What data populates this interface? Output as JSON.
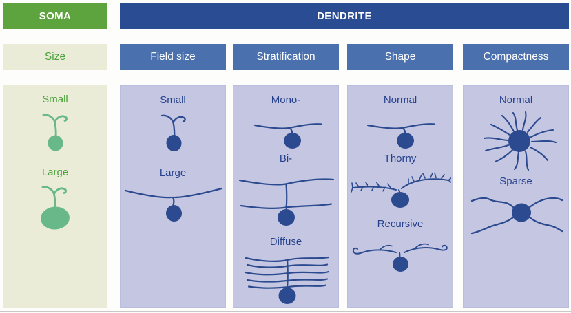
{
  "soma": {
    "header": "SOMA",
    "subheader": "Size",
    "items": [
      {
        "label": "Small"
      },
      {
        "label": "Large"
      }
    ]
  },
  "dendrite": {
    "header": "DENDRITE",
    "columns": [
      {
        "title": "Field size",
        "items": [
          {
            "label": "Small"
          },
          {
            "label": "Large"
          }
        ]
      },
      {
        "title": "Stratification",
        "items": [
          {
            "label": "Mono-"
          },
          {
            "label": "Bi-"
          },
          {
            "label": "Diffuse"
          }
        ]
      },
      {
        "title": "Shape",
        "items": [
          {
            "label": "Normal"
          },
          {
            "label": "Thorny"
          },
          {
            "label": "Recursive"
          }
        ]
      },
      {
        "title": "Compactness",
        "items": [
          {
            "label": "Normal"
          },
          {
            "label": "Sparse"
          }
        ]
      }
    ]
  },
  "colors": {
    "soma_green": "#5ea43e",
    "soma_text_green": "#4aa23b",
    "soma_fig_green": "#68b88a",
    "dendrite_navy": "#2a4c92",
    "subheader_blue": "#4a71ae",
    "panel_cream": "#ebecd8",
    "panel_lavender": "#c5c7e2",
    "figure_navy": "#26418c",
    "figure_navy_fill": "#2c4a8f"
  }
}
